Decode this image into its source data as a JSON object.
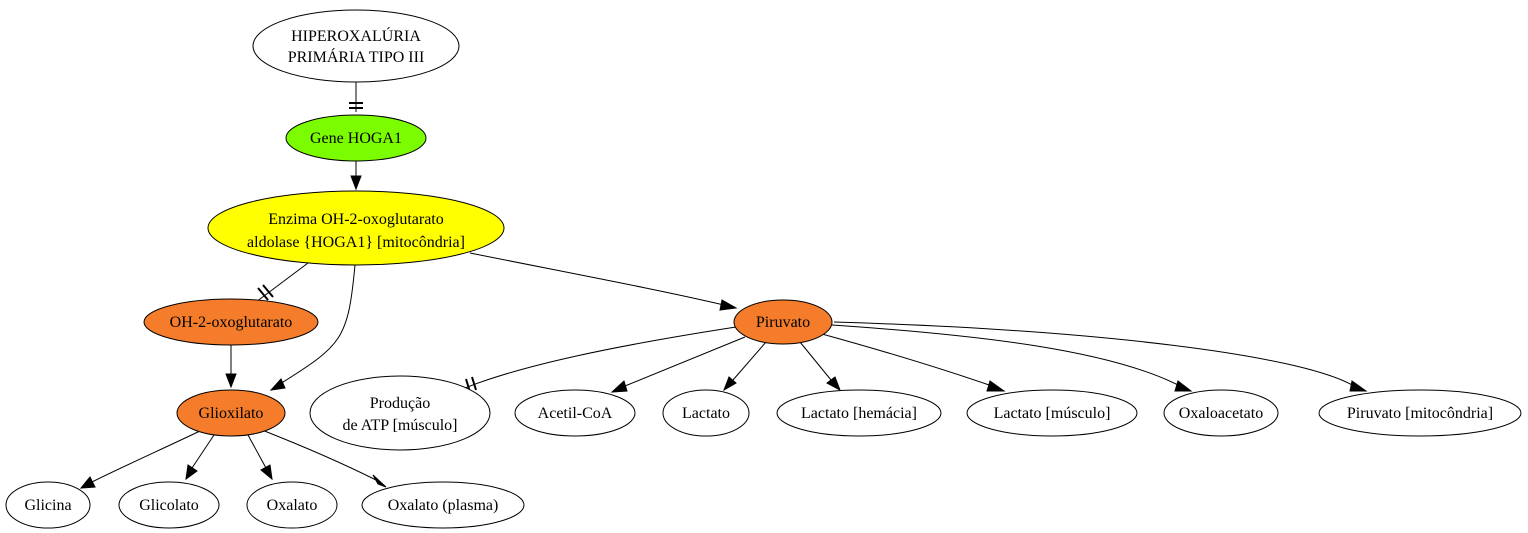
{
  "colors": {
    "white": "#ffffff",
    "green": "#7cfc00",
    "yellow": "#ffff00",
    "orange": "#f47c2a",
    "stroke": "#000000"
  },
  "nodes": {
    "hiperoxaluria": {
      "line1": "HIPEROXALÚRIA",
      "line2": "PRIMÁRIA TIPO III",
      "fill": "white"
    },
    "gene": {
      "label": "Gene HOGA1",
      "fill": "green"
    },
    "enzima": {
      "line1": "Enzima OH-2-oxoglutarato",
      "line2": "aldolase {HOGA1} [mitocôndria]",
      "fill": "yellow"
    },
    "oh2": {
      "label": "OH-2-oxoglutarato",
      "fill": "orange"
    },
    "piruvato": {
      "label": "Piruvato",
      "fill": "orange"
    },
    "glioxilato": {
      "label": "Glioxilato",
      "fill": "orange"
    },
    "producao": {
      "line1": "Produção",
      "line2": "de ATP [músculo]",
      "fill": "white"
    },
    "acetil": {
      "label": "Acetil-CoA",
      "fill": "white"
    },
    "lactato": {
      "label": "Lactato",
      "fill": "white"
    },
    "lactato_hem": {
      "label": "Lactato [hemácia]",
      "fill": "white"
    },
    "lactato_mus": {
      "label": "Lactato [músculo]",
      "fill": "white"
    },
    "oxaloacetato": {
      "label": "Oxaloacetato",
      "fill": "white"
    },
    "piruvato_mit": {
      "label": "Piruvato [mitocôndria]",
      "fill": "white"
    },
    "glicina": {
      "label": "Glicina",
      "fill": "white"
    },
    "glicolato": {
      "label": "Glicolato",
      "fill": "white"
    },
    "oxalato": {
      "label": "Oxalato",
      "fill": "white"
    },
    "oxalato_plasma": {
      "label": "Oxalato (plasma)",
      "fill": "white"
    }
  },
  "edges": [
    {
      "from": "hiperoxaluria",
      "to": "gene",
      "type": "inhibit"
    },
    {
      "from": "gene",
      "to": "enzima",
      "type": "activate"
    },
    {
      "from": "enzima",
      "to": "oh2",
      "type": "inhibit"
    },
    {
      "from": "enzima",
      "to": "glioxilato",
      "type": "activate"
    },
    {
      "from": "enzima",
      "to": "piruvato",
      "type": "activate"
    },
    {
      "from": "oh2",
      "to": "glioxilato",
      "type": "activate"
    },
    {
      "from": "glioxilato",
      "to": "glicina",
      "type": "activate"
    },
    {
      "from": "glioxilato",
      "to": "glicolato",
      "type": "activate"
    },
    {
      "from": "glioxilato",
      "to": "oxalato",
      "type": "activate"
    },
    {
      "from": "glioxilato",
      "to": "oxalato_plasma",
      "type": "activate"
    },
    {
      "from": "piruvato",
      "to": "producao",
      "type": "inhibit"
    },
    {
      "from": "piruvato",
      "to": "acetil",
      "type": "activate"
    },
    {
      "from": "piruvato",
      "to": "lactato",
      "type": "activate"
    },
    {
      "from": "piruvato",
      "to": "lactato_hem",
      "type": "activate"
    },
    {
      "from": "piruvato",
      "to": "lactato_mus",
      "type": "activate"
    },
    {
      "from": "piruvato",
      "to": "oxaloacetato",
      "type": "activate"
    },
    {
      "from": "piruvato",
      "to": "piruvato_mit",
      "type": "activate"
    }
  ]
}
